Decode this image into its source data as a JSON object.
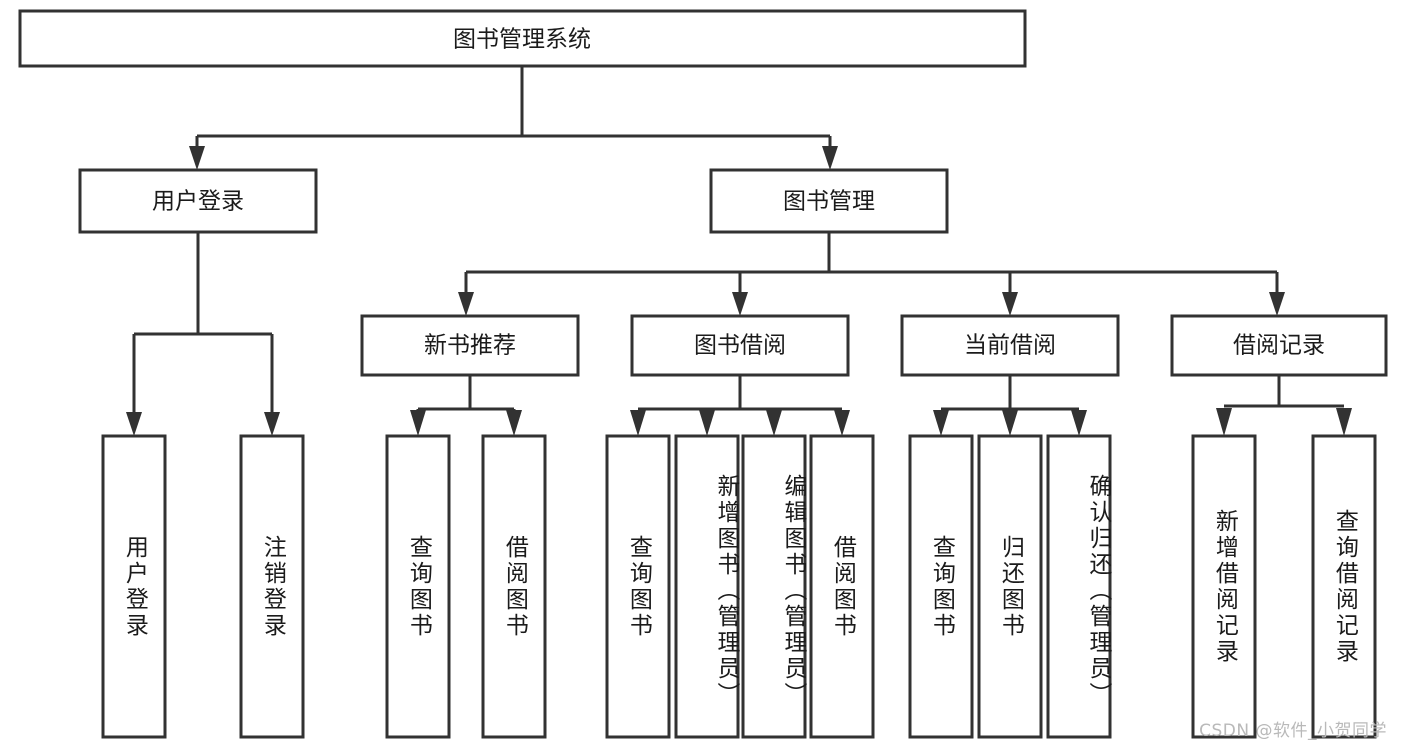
{
  "diagram": {
    "type": "tree",
    "title": "图书管理系统",
    "root": {
      "label": "图书管理系统"
    },
    "level2": [
      {
        "label": "用户登录"
      },
      {
        "label": "图书管理"
      }
    ],
    "level3": [
      {
        "label": "新书推荐",
        "parent": "图书管理"
      },
      {
        "label": "图书借阅",
        "parent": "图书管理"
      },
      {
        "label": "当前借阅",
        "parent": "图书管理"
      },
      {
        "label": "借阅记录",
        "parent": "图书管理"
      }
    ],
    "leaves": {
      "user_login": [
        {
          "label": "用户登录"
        },
        {
          "label": "注销登录"
        }
      ],
      "new_book_recommend": [
        {
          "label": "查询图书"
        },
        {
          "label": "借阅图书"
        }
      ],
      "book_borrow": [
        {
          "label": "查询图书"
        },
        {
          "label": "新增图书（管理员）"
        },
        {
          "label": "编辑图书（管理员）"
        },
        {
          "label": "借阅图书"
        }
      ],
      "current_borrow": [
        {
          "label": "查询图书"
        },
        {
          "label": "归还图书"
        },
        {
          "label": "确认归还（管理员）"
        }
      ],
      "borrow_record": [
        {
          "label": "新增借阅记录"
        },
        {
          "label": "查询借阅记录"
        }
      ]
    }
  },
  "watermark": {
    "text": "CSDN @软件_小贺同学"
  },
  "colors": {
    "stroke": "#323232",
    "fill": "#ffffff",
    "text": "#1b1b1b",
    "watermark": "#b9b9b9"
  }
}
